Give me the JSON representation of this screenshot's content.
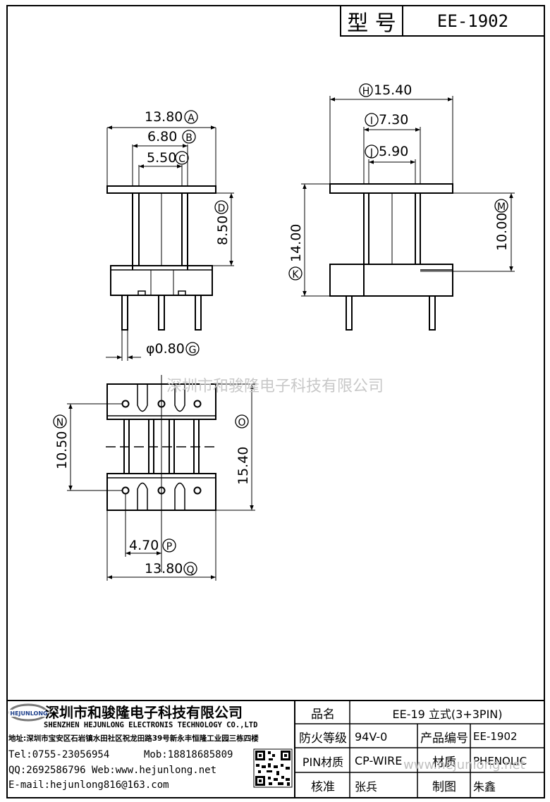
{
  "header": {
    "model_label": "型 号",
    "model_value": "EE-1902"
  },
  "drawing": {
    "watermark_center": "深圳市和骏隆电子科技有限公司",
    "watermark_footer": "www.hejunlong.net",
    "front_view": {
      "dims": [
        {
          "value": "13.80",
          "tag": "A"
        },
        {
          "value": "6.80",
          "tag": "B"
        },
        {
          "value": "5.50",
          "tag": "C"
        },
        {
          "value": "8.50",
          "tag": "D"
        },
        {
          "value": "φ0.80",
          "tag": "G"
        }
      ]
    },
    "side_view": {
      "dims": [
        {
          "value": "15.40",
          "tag": "H"
        },
        {
          "value": "7.30",
          "tag": "I"
        },
        {
          "value": "5.90",
          "tag": "J"
        },
        {
          "value": "14.00",
          "tag": "K"
        },
        {
          "value": "10.00",
          "tag": "M"
        }
      ]
    },
    "bottom_view": {
      "dims": [
        {
          "value": "10.50",
          "tag": "N"
        },
        {
          "value": "15.40",
          "tag": "O"
        },
        {
          "value": "4.70",
          "tag": "P"
        },
        {
          "value": "13.80",
          "tag": "Q"
        }
      ]
    }
  },
  "title_block": {
    "logo_text": "HEJUNLONG",
    "company_cn": "深圳市和骏隆电子科技有限公司",
    "company_en": "SHENZHEN HEJUNLONG ELECTRONIS TECHNOLOGY CO.,LTD",
    "address": "地址:深圳市宝安区石岩镇水田社区祝龙田路39号新永丰恒隆工业园三栋四楼",
    "tel": "Tel:0755-23056954",
    "mob": "Mob:18818685809",
    "qq_web": "QQ:2692586796 Web:www.hejunlong.net",
    "email": "E-mail:hejunlong816@163.com",
    "rows": {
      "product_name_label": "品名",
      "product_name_value": "EE-19 立式(3+3PIN)",
      "fire_label": "防火等级",
      "fire_value": "94V-0",
      "code_label": "产品编号",
      "code_value": "EE-1902",
      "pin_label": "PIN材质",
      "pin_value": "CP-WIRE",
      "material_label": "材质",
      "material_value": "PHENOLIC",
      "review_label": "核准",
      "review_value": "张兵",
      "drawn_label": "制图",
      "drawn_value": "朱鑫"
    }
  }
}
